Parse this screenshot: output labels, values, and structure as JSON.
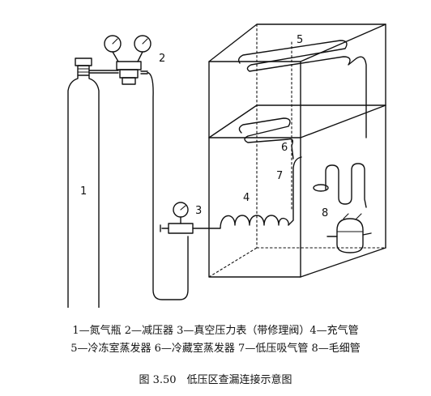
{
  "labels": {
    "cylinder": "1",
    "reducer": "2",
    "vacuum_gauge": "3",
    "charge_pipe": "4",
    "freezer_evaporator": "5",
    "fridge_evaporator": "6",
    "suction_pipe": "7",
    "capillary": "8"
  },
  "legend": {
    "line1": "1—氮气瓶 2—减压器 3—真空压力表（带修理阀）4—充气管",
    "line2": "5—冷冻室蒸发器 6—冷藏室蒸发器 7—低压吸气管 8—毛细管"
  },
  "caption": "图 3.50　低压区查漏连接示意图"
}
